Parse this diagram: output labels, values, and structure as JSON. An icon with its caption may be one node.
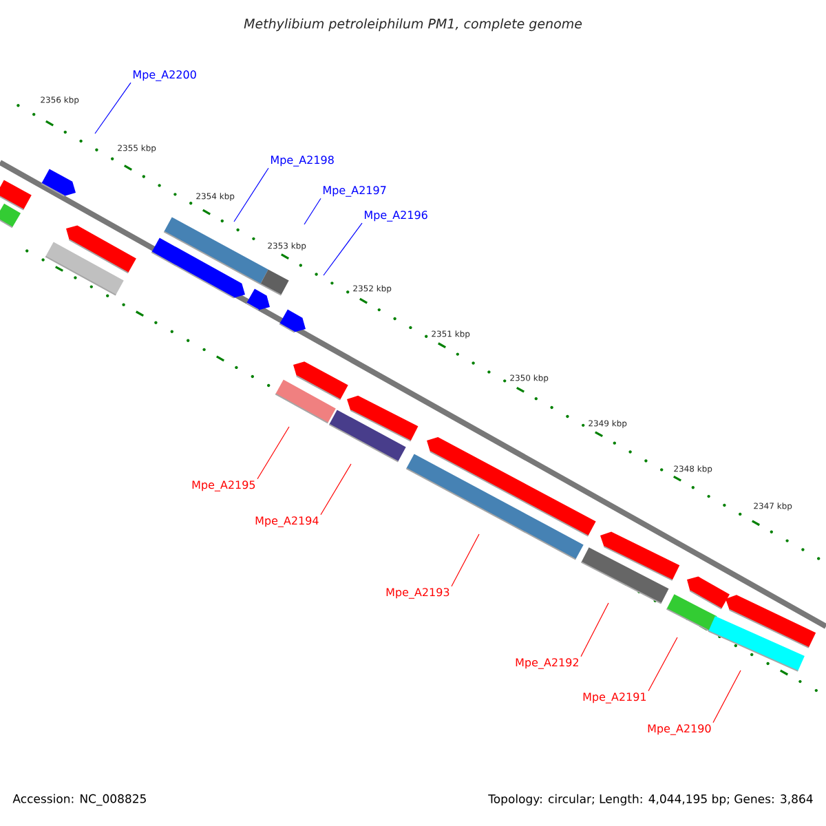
{
  "diagram": {
    "title": "*Methylibium petroleiphilum* PM1, complete genome",
    "nodes": [
      {
        "text": [
          "Mpe_A2200"
        ]
      },
      {
        "text": [
          "Mpe_A2198"
        ]
      },
      {
        "text": [
          "Mpe_A2197"
        ]
      },
      {
        "text": [
          "Mpe_A2196"
        ]
      },
      {
        "text": [
          "Mpe_A2195"
        ]
      },
      {
        "text": [
          "Mpe_A2194"
        ]
      },
      {
        "text": [
          "Mpe_A2193"
        ]
      },
      {
        "text": [
          "Mpe_A2192"
        ]
      },
      {
        "text": [
          "Mpe_A2191"
        ]
      },
      {
        "text": [
          "Mpe_A2190"
        ]
      }
    ],
    "edges": [
      {
        "from": 0,
        "to": null,
        "arrow": "none",
        "color": "#0000ff"
      },
      {
        "from": 1,
        "to": null,
        "arrow": "none",
        "color": "#0000ff"
      },
      {
        "from": 2,
        "to": null,
        "arrow": "none",
        "color": "#0000ff"
      },
      {
        "from": 3,
        "to": null,
        "arrow": "none",
        "color": "#0000ff"
      },
      {
        "from": 4,
        "to": null,
        "arrow": "none"
      },
      {
        "from": 5,
        "to": null,
        "arrow": "none"
      },
      {
        "from": 6,
        "to": null,
        "arrow": "none"
      },
      {
        "from": 7,
        "to": null,
        "arrow": "none"
      },
      {
        "from": 8,
        "to": null,
        "arrow": "none"
      },
      {
        "from": 9,
        "to": null,
        "arrow": "none"
      }
    ],
    "labels": [
      "2356 kbp",
      "2355 kbp",
      "2354 kbp",
      "2353 kbp",
      "2352 kbp",
      "2351 kbp",
      "2350 kbp",
      "2349 kbp",
      "2348 kbp",
      "2347 kbp",
      "Accession: NC_008825",
      "Topology: circular; Length: 4,044,195 bp; Genes: 3,864"
    ]
  }
}
